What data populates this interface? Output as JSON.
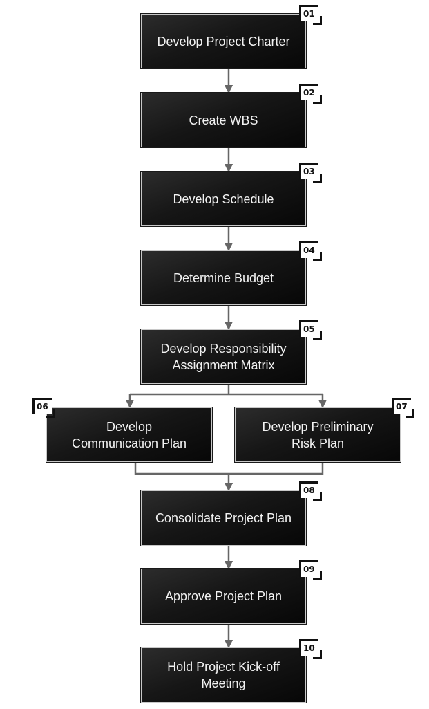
{
  "steps": [
    {
      "number": "01",
      "label": "Develop Project Charter"
    },
    {
      "number": "02",
      "label": "Create WBS"
    },
    {
      "number": "03",
      "label": "Develop Schedule"
    },
    {
      "number": "04",
      "label": "Determine Budget"
    },
    {
      "number": "05",
      "label": "Develop Responsibility\nAssignment Matrix"
    },
    {
      "number": "06",
      "label": "Develop\nCommunication Plan"
    },
    {
      "number": "07",
      "label": "Develop Preliminary\nRisk Plan"
    },
    {
      "number": "08",
      "label": "Consolidate Project Plan"
    },
    {
      "number": "09",
      "label": "Approve Project Plan"
    },
    {
      "number": "10",
      "label": "Hold Project Kick-off\nMeeting"
    }
  ],
  "colors": {
    "box": "#111111",
    "connector": "#666666",
    "text": "#f2f2f2"
  }
}
